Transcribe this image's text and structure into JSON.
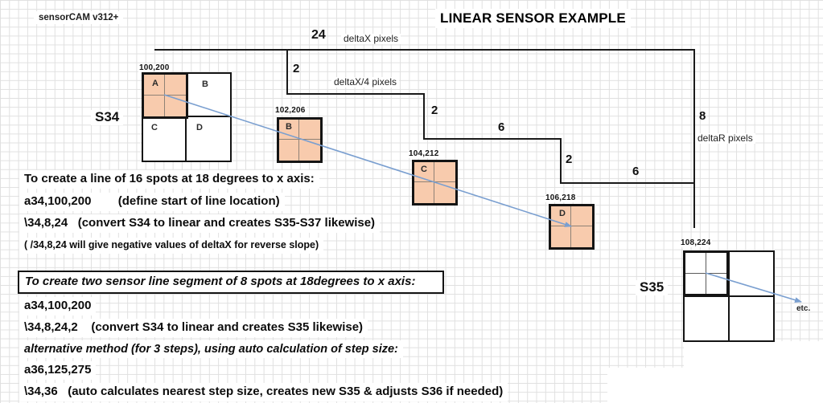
{
  "header": {
    "app_version": "sensorCAM v312+",
    "title": "LINEAR SENSOR EXAMPLE"
  },
  "annotations": {
    "delta_x": {
      "value": "24",
      "label": "deltaX pixels"
    },
    "delta_x4": {
      "value": "2",
      "label": "deltaX/4 pixels"
    },
    "step_v2": "2",
    "step_h6a": "6",
    "step_v2b": "2",
    "step_h6b": "6",
    "delta_r": {
      "value": "8",
      "label": "deltaR pixels"
    },
    "etc": "etc."
  },
  "sensors": {
    "s34": {
      "name": "S34",
      "origin": "100,200",
      "quadrants": [
        "A",
        "B",
        "C",
        "D"
      ]
    },
    "spot_b": {
      "label": "B",
      "origin": "102,206"
    },
    "spot_c": {
      "label": "C",
      "origin": "104,212"
    },
    "spot_d": {
      "label": "D",
      "origin": "106,218"
    },
    "s35": {
      "name": "S35",
      "origin": "108,224"
    }
  },
  "instructions_single": {
    "heading": "To create a line of 16 spots at 18 degrees to x axis:",
    "line1": "a34,100,200        (define start of line location)",
    "line2": "\\34,8,24   (convert S34 to linear and creates S35-S37 likewise)",
    "note": "( /34,8,24 will give negative values of deltaX for reverse slope)"
  },
  "instructions_segments": {
    "heading": "To create two sensor line segment of 8 spots at 18degrees to x axis:",
    "line1": "a34,100,200",
    "line2": "\\34,8,24,2    (convert S34 to linear and creates S35 likewise)",
    "line3": "alternative method (for 3 steps), using auto calculation of step size:",
    "line4": "a36,125,275",
    "line5": "\\34,36   (auto calculates nearest step size, creates new S35 & adjusts S36 if needed)"
  },
  "colors": {
    "spot_fill": "#f8cbad",
    "arrow_blue": "#7a9fd0",
    "line_black": "#1a1a1a",
    "grid_gray": "#e0e0e0"
  }
}
